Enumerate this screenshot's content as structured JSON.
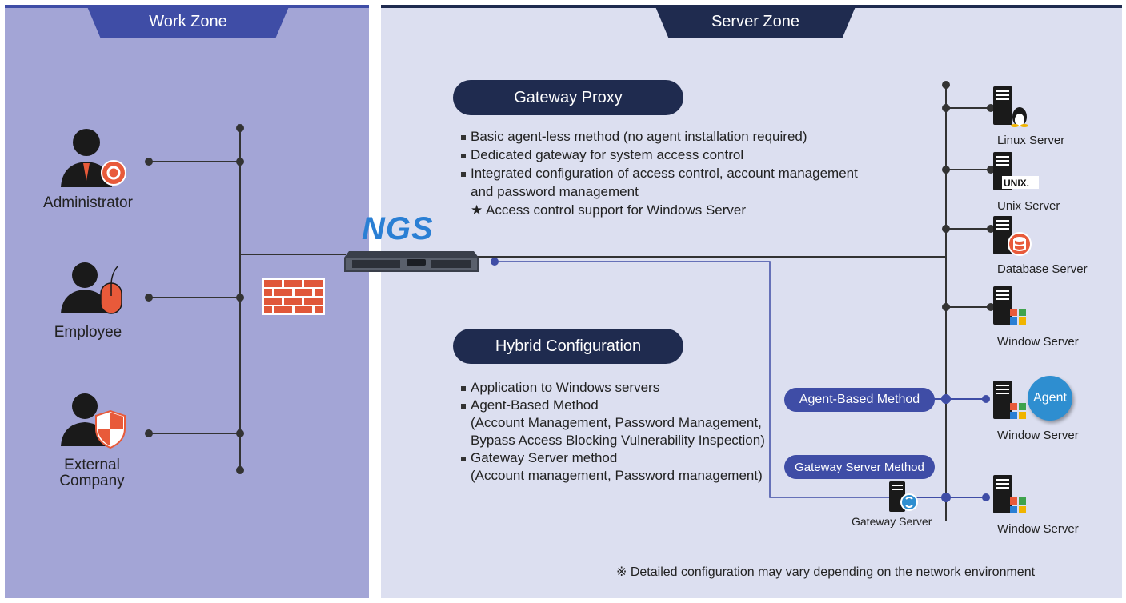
{
  "zones": {
    "work_title": "Work Zone",
    "server_title": "Server Zone"
  },
  "users": {
    "administrator": "Administrator",
    "employee": "Employee",
    "external_line1": "External",
    "external_line2": "Company"
  },
  "logo_text": "NGS",
  "gateway_proxy": {
    "title": "Gateway Proxy",
    "bullets": [
      "Basic agent-less method (no agent installation required)",
      "Dedicated gateway for system access control",
      "Integrated configuration of access control, account management"
    ],
    "continuation": "and password management",
    "star_note": "★ Access control support for Windows Server"
  },
  "hybrid": {
    "title": "Hybrid Configuration",
    "bullet1": "Application to Windows servers",
    "bullet2": "Agent-Based Method",
    "bullet2_detail1": "(Account Management, Password Management,",
    "bullet2_detail2": "Bypass Access Blocking Vulnerability Inspection)",
    "bullet3": "Gateway Server method",
    "bullet3_detail": "(Account management, Password management)"
  },
  "methods": {
    "agent_based": "Agent-Based Method",
    "gateway_server": "Gateway Server Method"
  },
  "servers": {
    "linux": "Linux Server",
    "unix": "Unix Server",
    "unix_badge": "UNIX.",
    "database": "Database Server",
    "window1": "Window Server",
    "window2": "Window Server",
    "window3": "Window Server",
    "gateway": "Gateway Server",
    "agent_bubble": "Agent"
  },
  "footnote": "※ Detailed configuration may vary depending on the network environment",
  "colors": {
    "work_zone_bg": "#a3a5d6",
    "server_zone_bg": "#dcdff0",
    "work_accent": "#3f4da6",
    "server_accent": "#1f2b4f",
    "icon_orange": "#e85a3a",
    "logo_blue": "#2a7fd4",
    "link_blue": "#3f4da6"
  }
}
